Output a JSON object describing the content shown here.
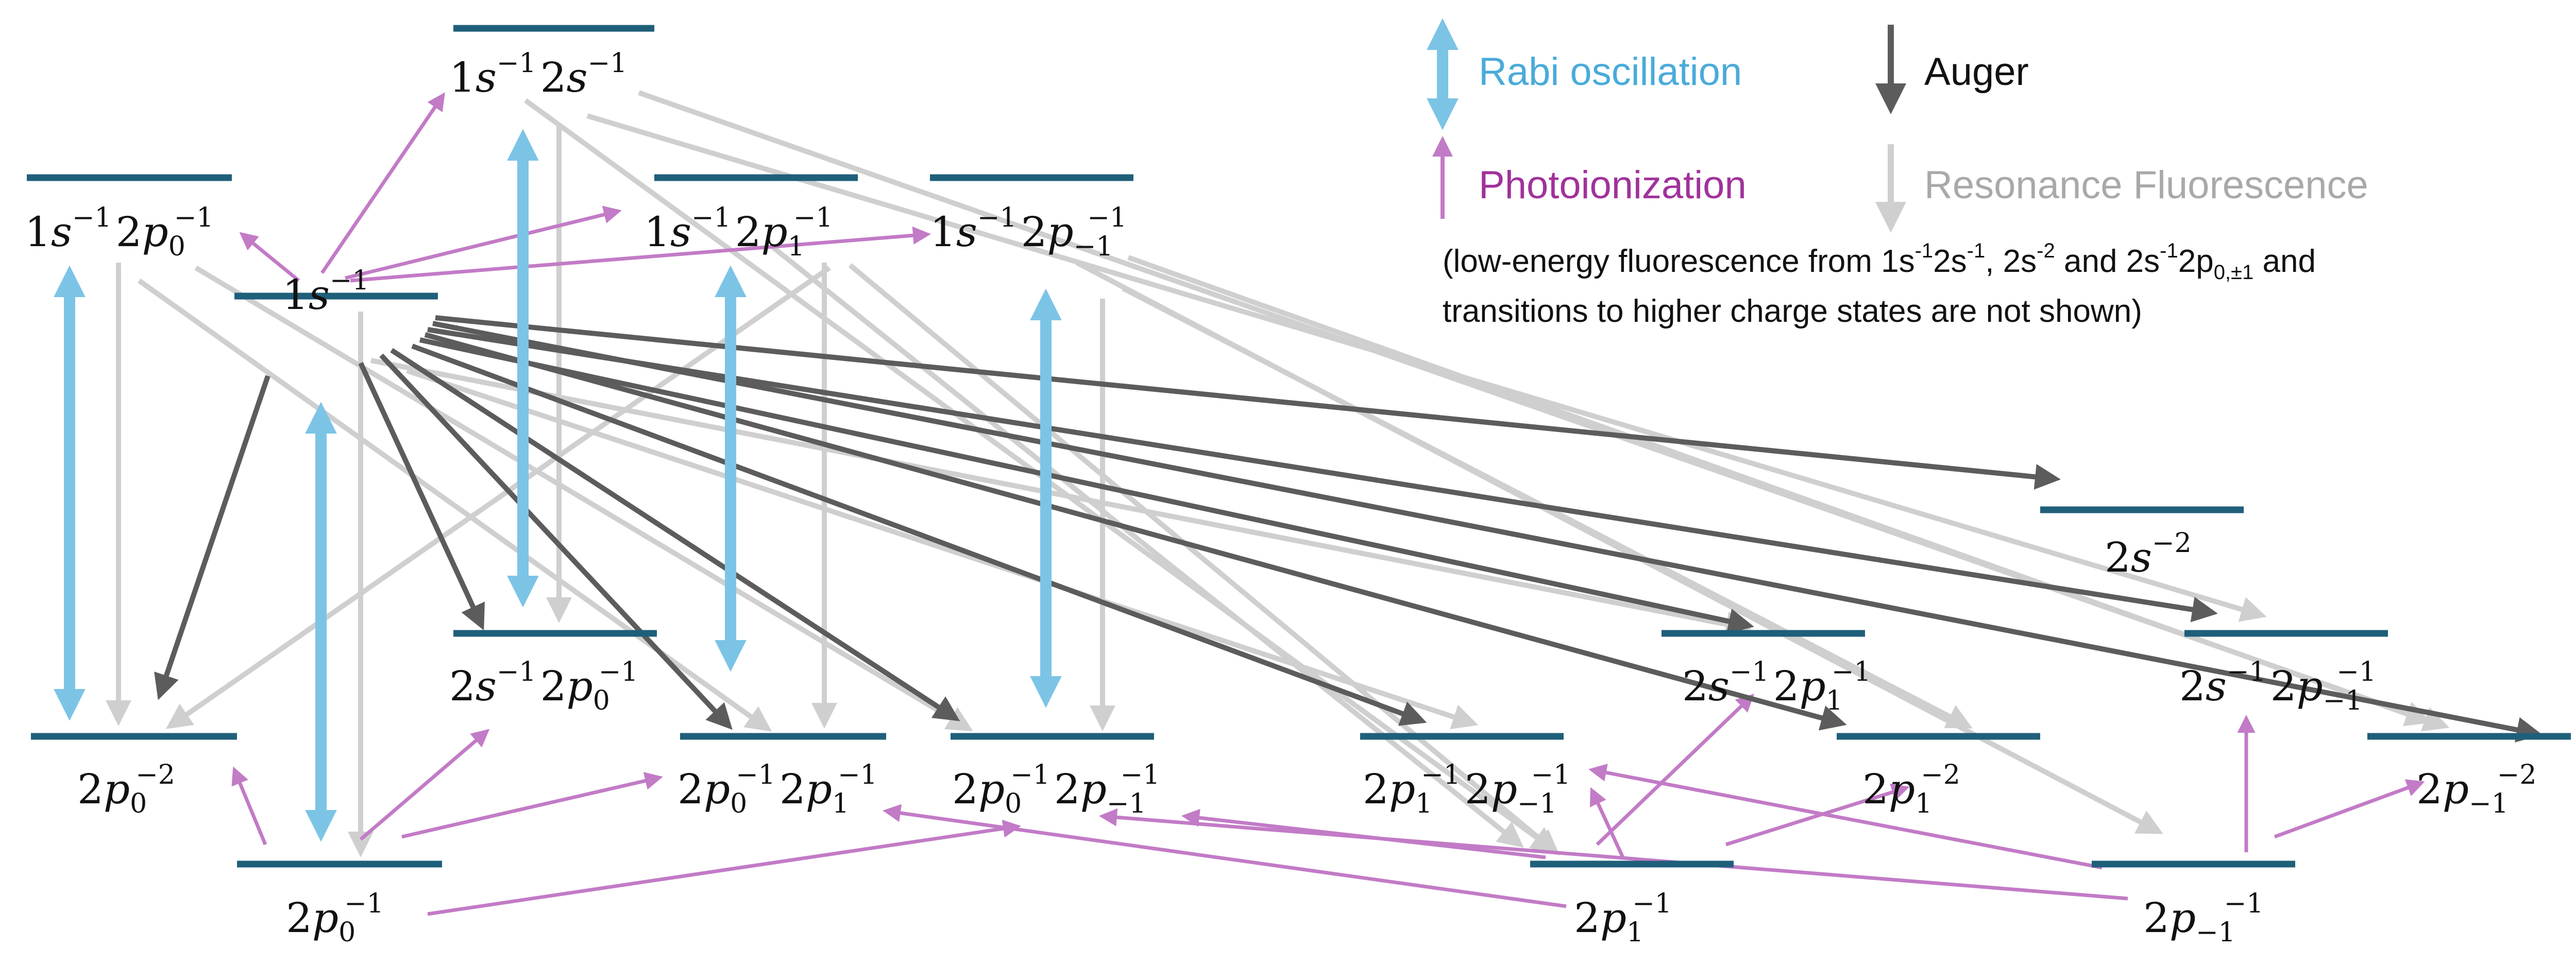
{
  "colors": {
    "level": "#1f5f7a",
    "rabi": "#7cc4e6",
    "auger": "#5c5c5c",
    "photoionization": "#c27bc6",
    "fluorescence": "#cfcfcf",
    "rabi_text": "#4aabd9",
    "photo_text": "#a0329b",
    "fluor_text": "#a9a9a9"
  },
  "legend": {
    "rabi": "Rabi oscillation",
    "auger": "Auger",
    "photoionization": "Photoionization",
    "fluorescence": "Resonance Fluorescence"
  },
  "note": {
    "line1_a": "(low-energy fluorescence from 1s",
    "line1_b": "2s",
    "line1_c": ", 2s",
    "line1_d": " and 2s",
    "line1_e": "2p",
    "line1_f": " and",
    "sup_minus1": "-1",
    "sup_minus2": "-2",
    "sub_pm": "0,±1",
    "line2": "transitions to higher charge states are not shown)"
  },
  "levels": {
    "L1s2s": {
      "prefix": "1",
      "orb1": "s",
      "sup1": "−1",
      "mid": "2",
      "orb2": "s",
      "sub2": "",
      "sup2": "−1"
    },
    "L1s2p0": {
      "prefix": "1",
      "orb1": "s",
      "sup1": "−1",
      "mid": "2",
      "orb2": "p",
      "sub2": "0",
      "sup2": "−1"
    },
    "L1s": {
      "prefix": "1",
      "orb1": "s",
      "sup1": "−1"
    },
    "L1s2p1": {
      "prefix": "1",
      "orb1": "s",
      "sup1": "−1",
      "mid": "2",
      "orb2": "p",
      "sub2": "1",
      "sup2": "−1"
    },
    "L1s2pm1": {
      "prefix": "1",
      "orb1": "s",
      "sup1": "−1",
      "mid": "2",
      "orb2": "p",
      "sub2": "−1",
      "sup2": "−1"
    },
    "L2s2": {
      "prefix": "2",
      "orb1": "s",
      "sup1": "−2"
    },
    "L2s2p0": {
      "prefix": "2",
      "orb1": "s",
      "sup1": "−1",
      "mid": "2",
      "orb2": "p",
      "sub2": "0",
      "sup2": "−1"
    },
    "L2s2p1": {
      "prefix": "2",
      "orb1": "s",
      "sup1": "−1",
      "mid": "2",
      "orb2": "p",
      "sub2": "1",
      "sup2": "−1"
    },
    "L2s2pm1": {
      "prefix": "2",
      "orb1": "s",
      "sup1": "−1",
      "mid": "2",
      "orb2": "p",
      "sub2": "−1",
      "sup2": "−1"
    },
    "L2p0sq": {
      "prefix": "2",
      "orb1": "p",
      "sub1": "0",
      "sup1": "−2"
    },
    "L2p0p1": {
      "prefix": "2",
      "orb1": "p",
      "sub1": "0",
      "sup1": "−1",
      "mid": "2",
      "orb2": "p",
      "sub2": "1",
      "sup2": "−1"
    },
    "L2p0pm1": {
      "prefix": "2",
      "orb1": "p",
      "sub1": "0",
      "sup1": "−1",
      "mid": "2",
      "orb2": "p",
      "sub2": "−1",
      "sup2": "−1"
    },
    "L2p1pm1": {
      "prefix": "2",
      "orb1": "p",
      "sub1": "1",
      "sup1": "−1",
      "mid": "2",
      "orb2": "p",
      "sub2": "−1",
      "sup2": "−1"
    },
    "L2p1sq": {
      "prefix": "2",
      "orb1": "p",
      "sub1": "1",
      "sup1": "−2"
    },
    "L2pm1sq": {
      "prefix": "2",
      "orb1": "p",
      "sub1": "−1",
      "sup1": "−2"
    },
    "L2p0": {
      "prefix": "2",
      "orb1": "p",
      "sub1": "0",
      "sup1": "−1"
    },
    "L2p1": {
      "prefix": "2",
      "orb1": "p",
      "sub1": "1",
      "sup1": "−1"
    },
    "L2pm1": {
      "prefix": "2",
      "orb1": "p",
      "sub1": "−1",
      "sup1": "−1"
    }
  }
}
